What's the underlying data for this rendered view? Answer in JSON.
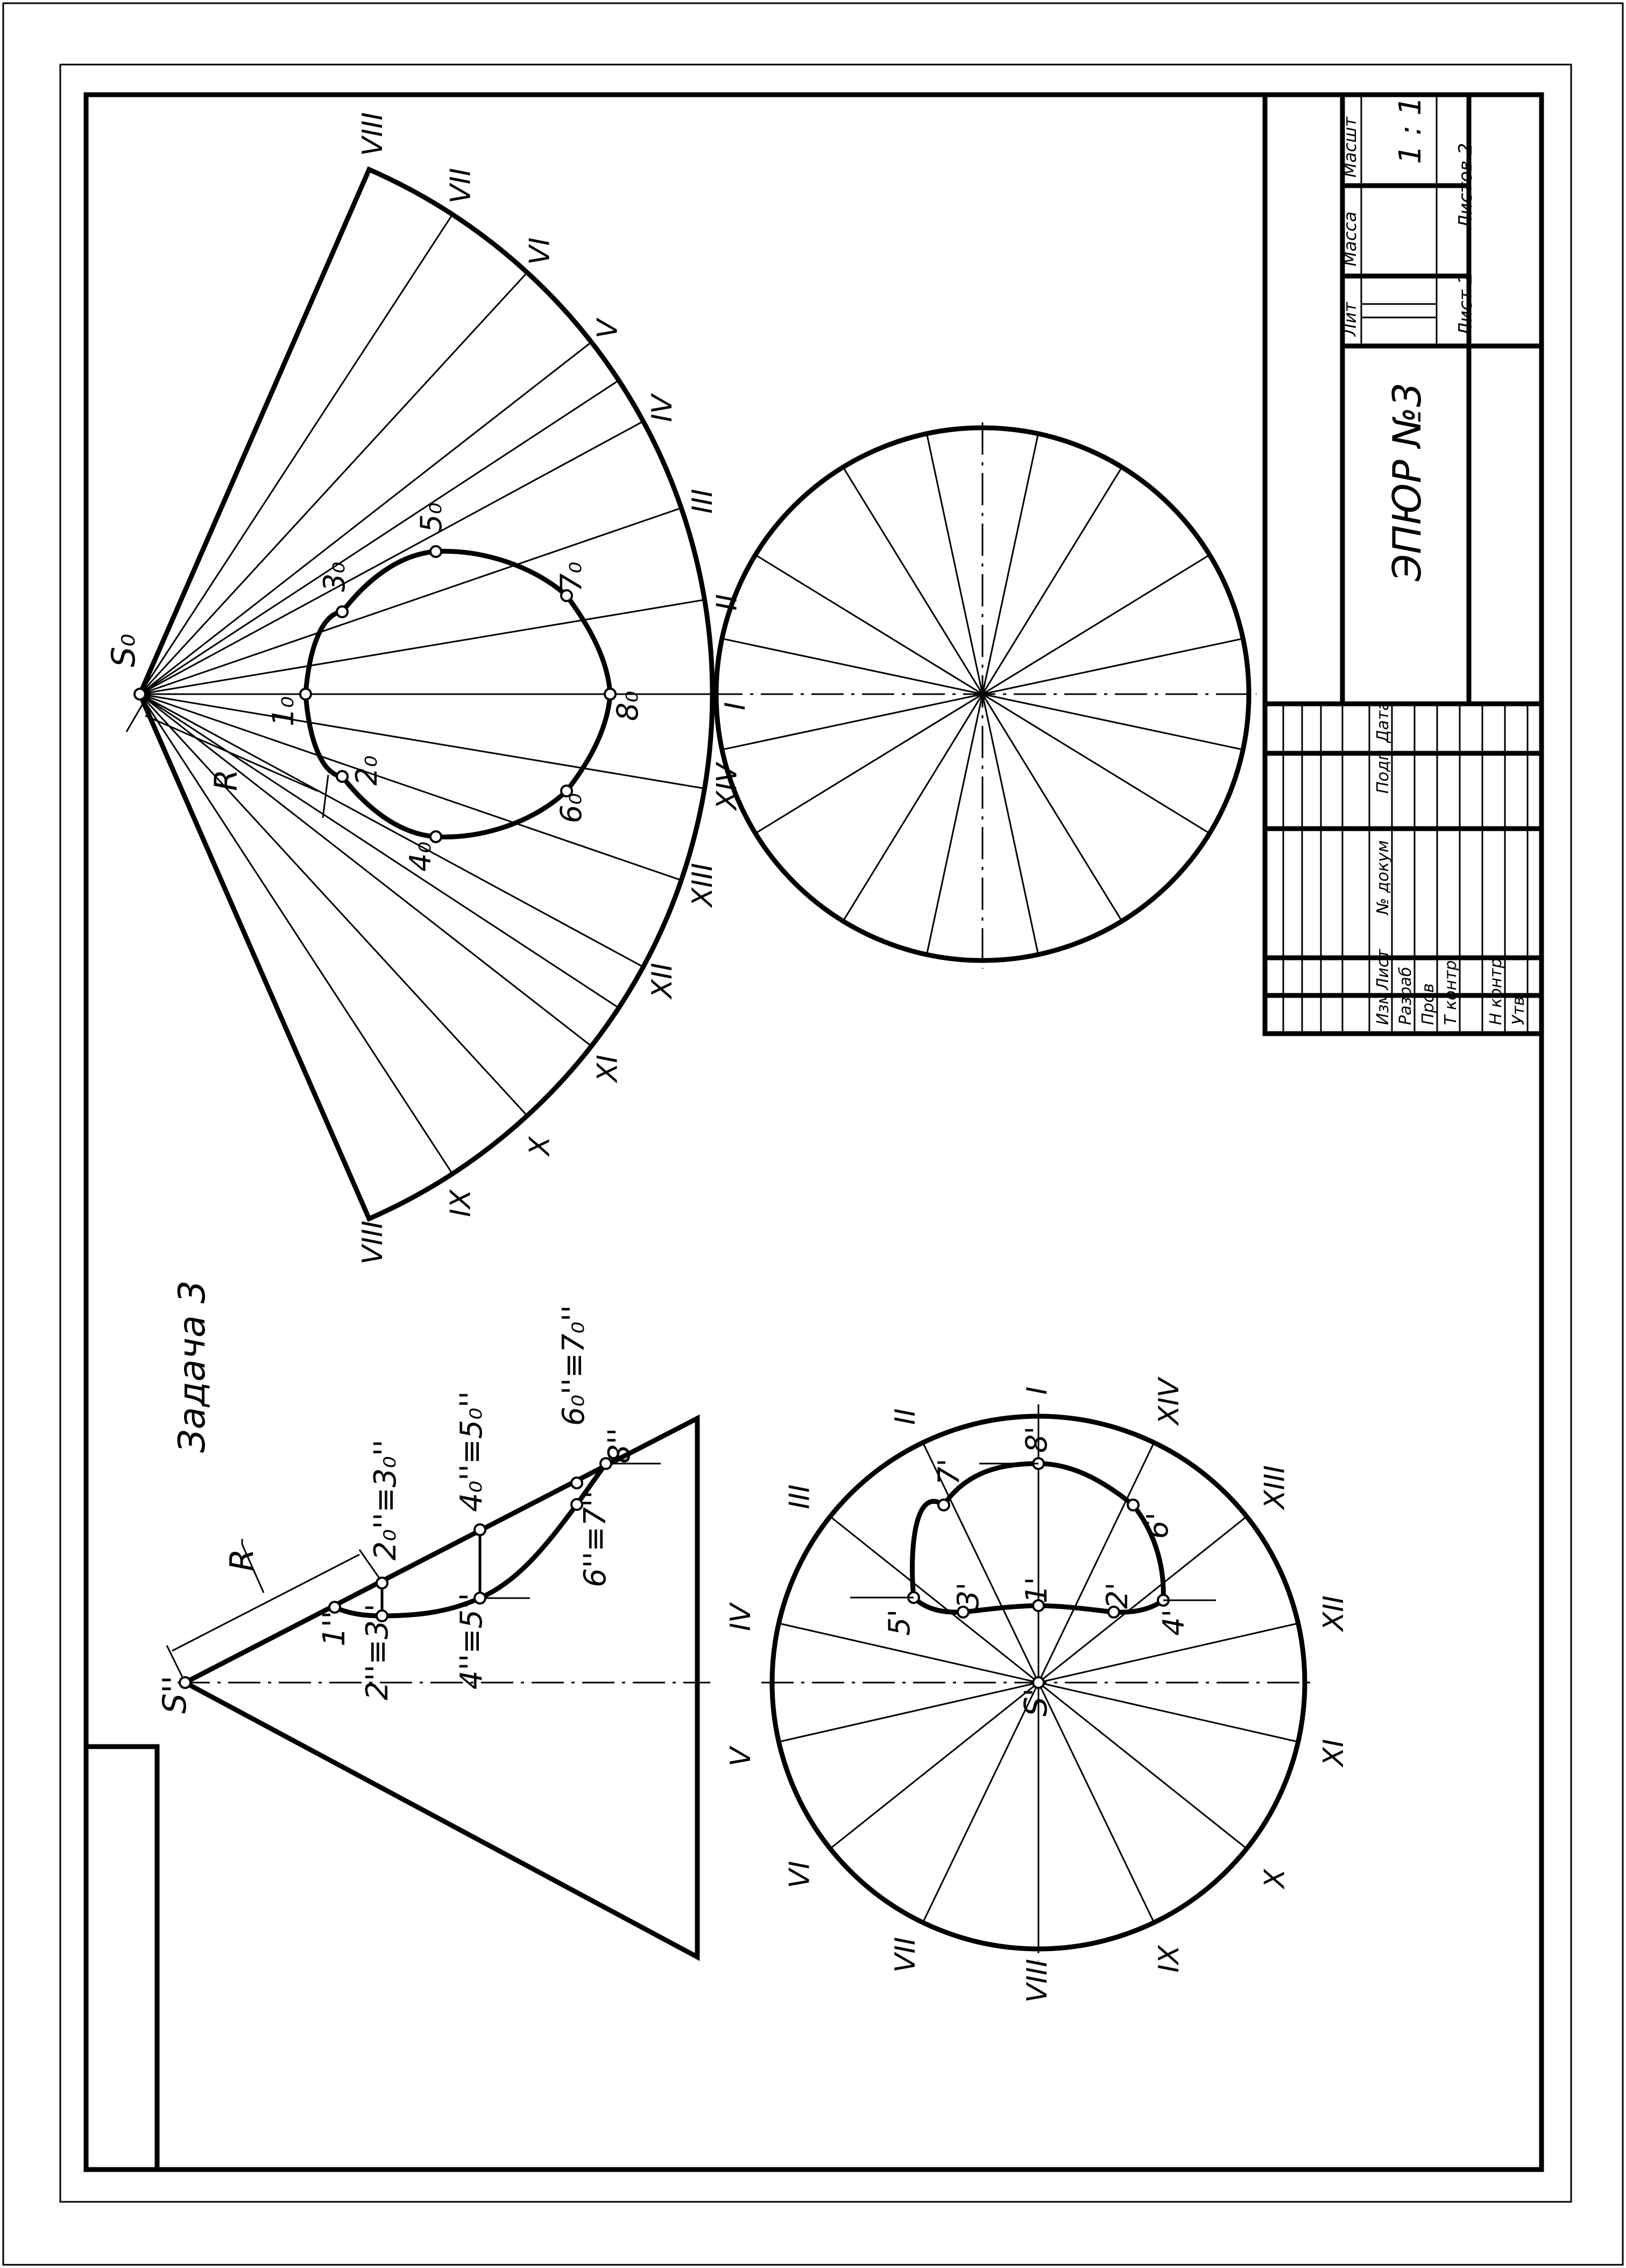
{
  "task_label": "Задача 3",
  "R_label": "R",
  "section_points": [
    {
      "label": "1₀"
    },
    {
      "label": "2₀"
    },
    {
      "label": "3₀"
    },
    {
      "label": "4₀"
    },
    {
      "label": "5₀"
    },
    {
      "label": "6₀"
    },
    {
      "label": "7₀"
    },
    {
      "label": "8₀"
    }
  ],
  "development": {
    "apex_label": "S₀",
    "rays": [
      {
        "label": "VIII"
      },
      {
        "label": "VII"
      },
      {
        "label": "VI"
      },
      {
        "label": "V"
      },
      {
        "label": "IV"
      },
      {
        "label": "III"
      },
      {
        "label": "II"
      },
      {
        "label": "I"
      },
      {
        "label": "XIV"
      },
      {
        "label": "XIII"
      },
      {
        "label": "XII"
      },
      {
        "label": "XI"
      },
      {
        "label": "X"
      },
      {
        "label": "IX"
      },
      {
        "label": "VIII"
      }
    ]
  },
  "front_view": {
    "apex_label": "S''",
    "points": [
      {
        "label": "1''"
      },
      {
        "label": "2''≡3''"
      },
      {
        "label": "2₀''≡3₀''"
      },
      {
        "label": "4''≡5''"
      },
      {
        "label": "4₀''≡5₀''"
      },
      {
        "label": "6''≡7''"
      },
      {
        "label": "6₀''≡7₀''"
      },
      {
        "label": "8''"
      }
    ]
  },
  "top_view": {
    "center_label": "S'",
    "generatrix": [
      {
        "label": "I"
      },
      {
        "label": "II"
      },
      {
        "label": "III"
      },
      {
        "label": "IV"
      },
      {
        "label": "V"
      },
      {
        "label": "VI"
      },
      {
        "label": "VII"
      },
      {
        "label": "VIII"
      },
      {
        "label": "IX"
      },
      {
        "label": "X"
      },
      {
        "label": "XI"
      },
      {
        "label": "XII"
      },
      {
        "label": "XIII"
      },
      {
        "label": "XIV"
      }
    ],
    "points": [
      {
        "label": "1'"
      },
      {
        "label": "2'"
      },
      {
        "label": "3'"
      },
      {
        "label": "4'"
      },
      {
        "label": "5'"
      },
      {
        "label": "6'"
      },
      {
        "label": "7'"
      },
      {
        "label": "8'"
      }
    ]
  },
  "title_block": {
    "title": "ЭПЮР №3",
    "headers": {
      "lit": "Лит",
      "massa": "Масса",
      "masshtab": "Масшт",
      "scale": "1 : 1",
      "list": "Лист 2",
      "listov": "Листов 2",
      "izm": "Изм",
      "list_col": "Лист",
      "doc": "№ докум",
      "podp": "Подп",
      "data": "Дата"
    },
    "roles": [
      "Разраб",
      "Пров",
      "Т контр",
      "Н контр",
      "Утв"
    ]
  }
}
